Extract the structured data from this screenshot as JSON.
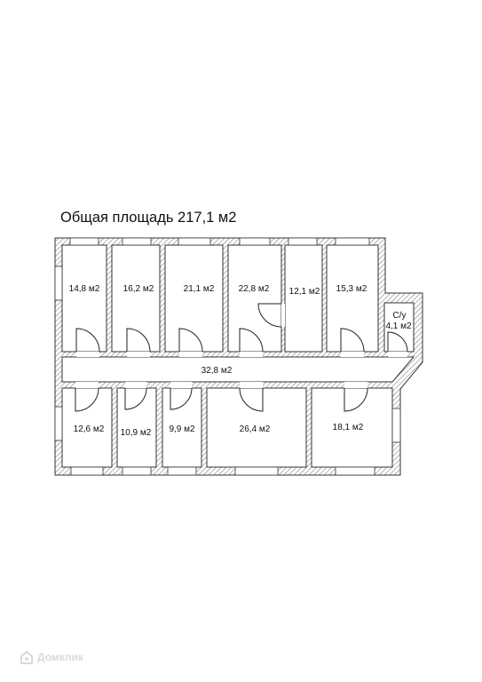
{
  "title": "Общая площадь 217,1 м2",
  "rooms": {
    "r1": "14,8 м2",
    "r2": "16,2 м2",
    "r3": "21,1 м2",
    "r4": "22,8 м2",
    "r5": "12,1 м2",
    "r6": "15,3 м2",
    "wc_name": "С/у",
    "wc_area": "4,1 м2",
    "corridor": "32,8 м2",
    "b1": "12,6 м2",
    "b2": "10,9 м2",
    "b3": "9,9 м2",
    "b4": "26,4 м2",
    "b5": "18,1 м2"
  },
  "watermark": {
    "text": "Домклик",
    "icon": "domclick-logo-icon"
  }
}
